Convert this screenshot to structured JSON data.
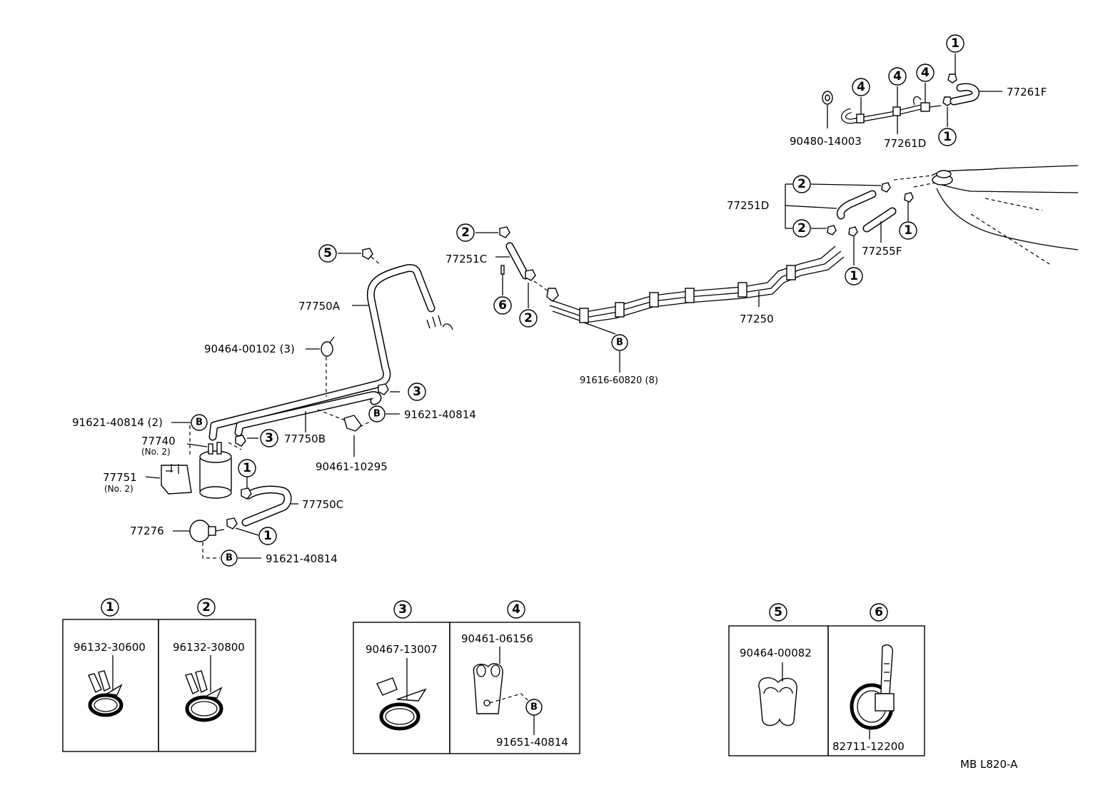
{
  "parts": {
    "p77261F": "77261F",
    "p77261D": "77261D",
    "p90480_14003": "90480-14003",
    "p77251D": "77251D",
    "p77255F": "77255F",
    "p77251C": "77251C",
    "p77250": "77250",
    "p91616_60820": "91616-60820 (8)",
    "p77750A": "77750A",
    "p90464_00102": "90464-00102 (3)",
    "p91621_40814_2": "91621-40814 (2)",
    "p91621_40814_a": "91621-40814",
    "p91621_40814_b": "91621-40814",
    "p77740": "77740",
    "p77740_sub": "(No. 2)",
    "p77750B": "77750B",
    "p90461_10295": "90461-10295",
    "p77751": "77751",
    "p77751_sub": "(No. 2)",
    "p77750C": "77750C",
    "p77276": "77276"
  },
  "callouts": {
    "c1": "1",
    "c2": "2",
    "c3": "3",
    "c4": "4",
    "c5": "5",
    "c6": "6",
    "cB": "B"
  },
  "legend": {
    "box1": {
      "number": "1",
      "part": "96132-30600"
    },
    "box2": {
      "number": "2",
      "part": "96132-30800"
    },
    "box3": {
      "number": "3",
      "part": "90467-13007"
    },
    "box4": {
      "number": "4",
      "part": "90461-06156",
      "bolt_marker": "B",
      "bolt_part": "91651-40814"
    },
    "box5": {
      "number": "5",
      "part": "90464-00082"
    },
    "box6": {
      "number": "6",
      "part": "82711-12200"
    }
  },
  "footer": {
    "code": "MB  L820-A"
  }
}
